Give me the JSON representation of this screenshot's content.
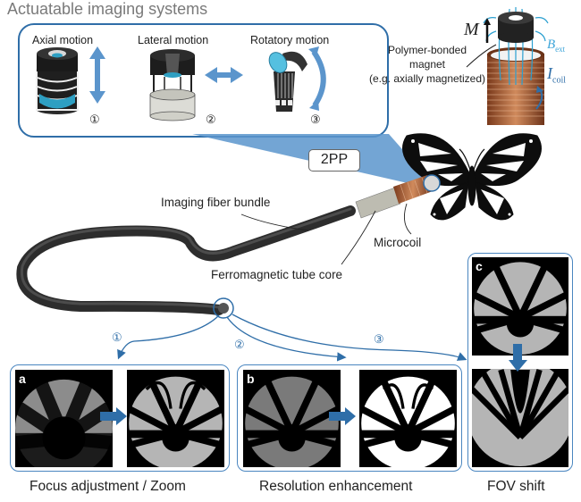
{
  "title": "Actuatable imaging systems",
  "motions": [
    {
      "label": "Axial motion",
      "marker": "①"
    },
    {
      "label": "Lateral motion",
      "marker": "②"
    },
    {
      "label": "Rotatory motion",
      "marker": "③"
    }
  ],
  "fabrication_label": "2PP",
  "magnet": {
    "label_line1": "Polymer-bonded",
    "label_line2": "magnet",
    "label_line3": "(e.g. axially magnetized)",
    "moment_symbol": "M",
    "field_symbol": "B",
    "field_subscript": "ext",
    "current_symbol": "I",
    "current_subscript": "coil"
  },
  "annotations": {
    "fiber_bundle": "Imaging fiber bundle",
    "tube_core": "Ferromagnetic tube core",
    "microcoil": "Microcoil"
  },
  "path_markers": [
    "①",
    "②",
    "③"
  ],
  "panels": [
    {
      "letter": "a",
      "caption": "Focus adjustment / Zoom"
    },
    {
      "letter": "b",
      "caption": "Resolution enhancement"
    },
    {
      "letter": "c",
      "caption": "FOV shift"
    }
  ],
  "colors": {
    "frame_blue": "#2f6ea8",
    "arrow_blue": "#5b95cc",
    "panel_blue": "#4a86c0",
    "copper": "#b5653a",
    "fiber": "#3a3a3a",
    "lens_cyan": "#3fb4d6"
  }
}
